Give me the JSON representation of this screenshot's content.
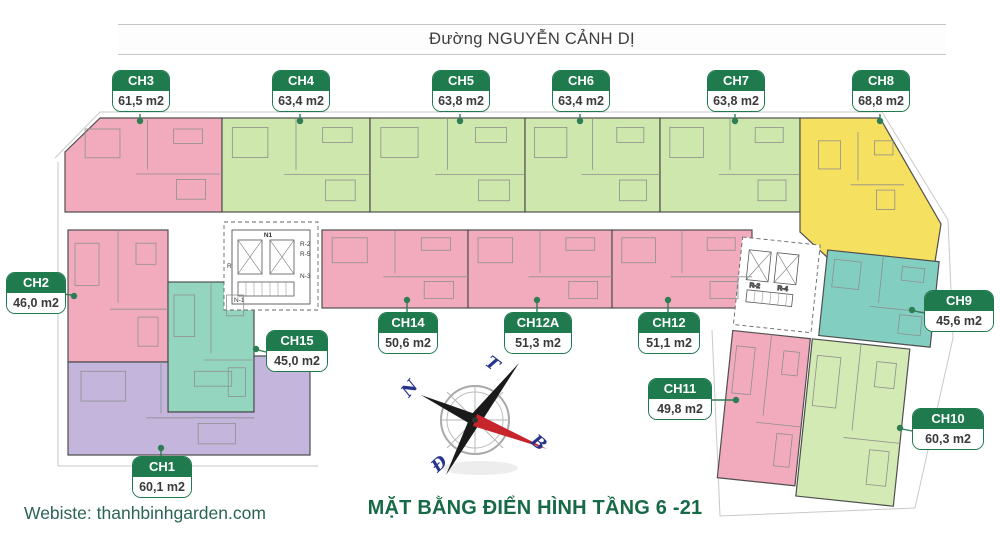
{
  "street": {
    "name": "Đường NGUYỄN CẢNH DỊ"
  },
  "plan": {
    "title": "MẶT BẰNG ĐIỂN HÌNH TẦNG 6 -21"
  },
  "website": {
    "prefix": "Webiste:",
    "domain": "thanhbinhgarden.com"
  },
  "compass": {
    "top_right": "T",
    "left": "N",
    "bottom_right": "B",
    "bottom": "Đ"
  },
  "cores": {
    "n1": "N1",
    "r2": "R-2",
    "r5": "R-5",
    "n3": "N-3",
    "n1b": "N-1",
    "r": "R",
    "r4": "R-4"
  },
  "apartments": {
    "ch1": {
      "id": "CH1",
      "area": "60,1 m2",
      "color": "#c3b5dc"
    },
    "ch2": {
      "id": "CH2",
      "area": "46,0 m2",
      "color": "#f2abbd"
    },
    "ch3": {
      "id": "CH3",
      "area": "61,5 m2",
      "color": "#f2abbd"
    },
    "ch4": {
      "id": "CH4",
      "area": "63,4 m2",
      "color": "#cde7ad"
    },
    "ch5": {
      "id": "CH5",
      "area": "63,8 m2",
      "color": "#cde7ad"
    },
    "ch6": {
      "id": "CH6",
      "area": "63,4 m2",
      "color": "#cde7ad"
    },
    "ch7": {
      "id": "CH7",
      "area": "63,8 m2",
      "color": "#cde7ad"
    },
    "ch8": {
      "id": "CH8",
      "area": "68,8 m2",
      "color": "#f6e060"
    },
    "ch9": {
      "id": "CH9",
      "area": "45,6 m2",
      "color": "#82cfc2"
    },
    "ch10": {
      "id": "CH10",
      "area": "60,3 m2",
      "color": "#d3eab4"
    },
    "ch11": {
      "id": "CH11",
      "area": "49,8 m2",
      "color": "#f2abbd"
    },
    "ch12": {
      "id": "CH12",
      "area": "51,1 m2",
      "color": "#f2abbd"
    },
    "ch12a": {
      "id": "CH12A",
      "area": "51,3 m2",
      "color": "#f2abbd"
    },
    "ch14": {
      "id": "CH14",
      "area": "50,6 m2",
      "color": "#f2abbd"
    },
    "ch15": {
      "id": "CH15",
      "area": "45,0 m2",
      "color": "#93d5bf"
    }
  },
  "colors": {
    "label_green": "#1f7a4e",
    "title_green": "#176a47",
    "leader_green": "#2f7d55",
    "needle_red": "#c8242b",
    "compass_blue": "#27348b",
    "wall": "#4f4f4f"
  }
}
